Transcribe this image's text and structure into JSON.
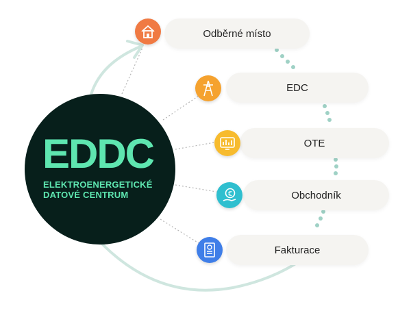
{
  "logo": {
    "mark": "EDDC",
    "subtitle_line1": "ELEKTROENERGETICKÉ",
    "subtitle_line2": "DATOVÉ CENTRUM"
  },
  "steps": [
    {
      "label": "Odběrné místo",
      "icon": "house-icon",
      "color": "#f07a43"
    },
    {
      "label": "EDC",
      "icon": "power-tower-icon",
      "color": "#f5a22f"
    },
    {
      "label": "OTE",
      "icon": "chart-monitor-icon",
      "color": "#f7bb2e"
    },
    {
      "label": "Obchodník",
      "icon": "euro-hand-icon",
      "color": "#2fbfcf"
    },
    {
      "label": "Fakturace",
      "icon": "invoice-icon",
      "color": "#3f7ee8"
    }
  ],
  "colors": {
    "arrow": "#cfe6df",
    "dots": "#9fd1c5",
    "logo_bg": "#071f1b",
    "logo_fg": "#5ee6b0"
  }
}
